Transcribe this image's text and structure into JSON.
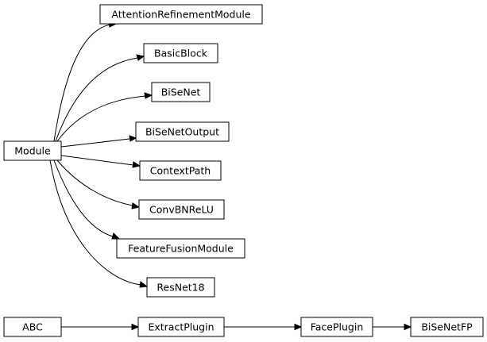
{
  "nodes": {
    "module": "Module",
    "attention_refinement_module": "AttentionRefinementModule",
    "basic_block": "BasicBlock",
    "bisenet": "BiSeNet",
    "bisenet_output": "BiSeNetOutput",
    "context_path": "ContextPath",
    "conv_bn_relu": "ConvBNReLU",
    "feature_fusion_module": "FeatureFusionModule",
    "resnet18": "ResNet18",
    "abc": "ABC",
    "extract_plugin": "ExtractPlugin",
    "face_plugin": "FacePlugin",
    "bisenet_fp": "BiSeNetFP"
  },
  "edges": [
    {
      "from": "module",
      "to": "attention_refinement_module"
    },
    {
      "from": "module",
      "to": "basic_block"
    },
    {
      "from": "module",
      "to": "bisenet"
    },
    {
      "from": "module",
      "to": "bisenet_output"
    },
    {
      "from": "module",
      "to": "context_path"
    },
    {
      "from": "module",
      "to": "conv_bn_relu"
    },
    {
      "from": "module",
      "to": "feature_fusion_module"
    },
    {
      "from": "module",
      "to": "resnet18"
    },
    {
      "from": "abc",
      "to": "extract_plugin"
    },
    {
      "from": "extract_plugin",
      "to": "face_plugin"
    },
    {
      "from": "face_plugin",
      "to": "bisenet_fp"
    }
  ]
}
